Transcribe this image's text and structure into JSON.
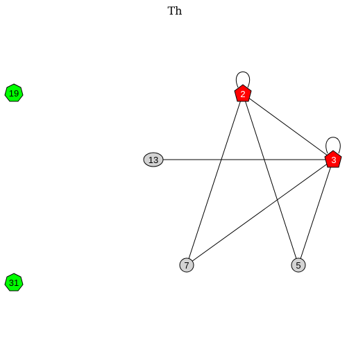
{
  "title": "Th",
  "colors": {
    "red": "#ff0000",
    "green": "#00ff00",
    "gray": "#d3d3d3"
  },
  "nodes": [
    {
      "id": "n2",
      "label": "2",
      "shape": "pentagon",
      "color": "#ff0000"
    },
    {
      "id": "n3",
      "label": "3",
      "shape": "pentagon",
      "color": "#ff0000"
    },
    {
      "id": "n13",
      "label": "13",
      "shape": "ellipse",
      "color": "#d3d3d3"
    },
    {
      "id": "n7",
      "label": "7",
      "shape": "circle",
      "color": "#d3d3d3"
    },
    {
      "id": "n5",
      "label": "5",
      "shape": "circle",
      "color": "#d3d3d3"
    },
    {
      "id": "n19",
      "label": "19",
      "shape": "heptagon",
      "color": "#00ff00"
    },
    {
      "id": "n31",
      "label": "31",
      "shape": "heptagon",
      "color": "#00ff00"
    }
  ],
  "edges": [
    {
      "from": "2",
      "to": "2"
    },
    {
      "from": "3",
      "to": "3"
    },
    {
      "from": "2",
      "to": "3"
    },
    {
      "from": "2",
      "to": "7"
    },
    {
      "from": "2",
      "to": "5"
    },
    {
      "from": "13",
      "to": "3"
    },
    {
      "from": "3",
      "to": "7"
    },
    {
      "from": "3",
      "to": "5"
    }
  ]
}
